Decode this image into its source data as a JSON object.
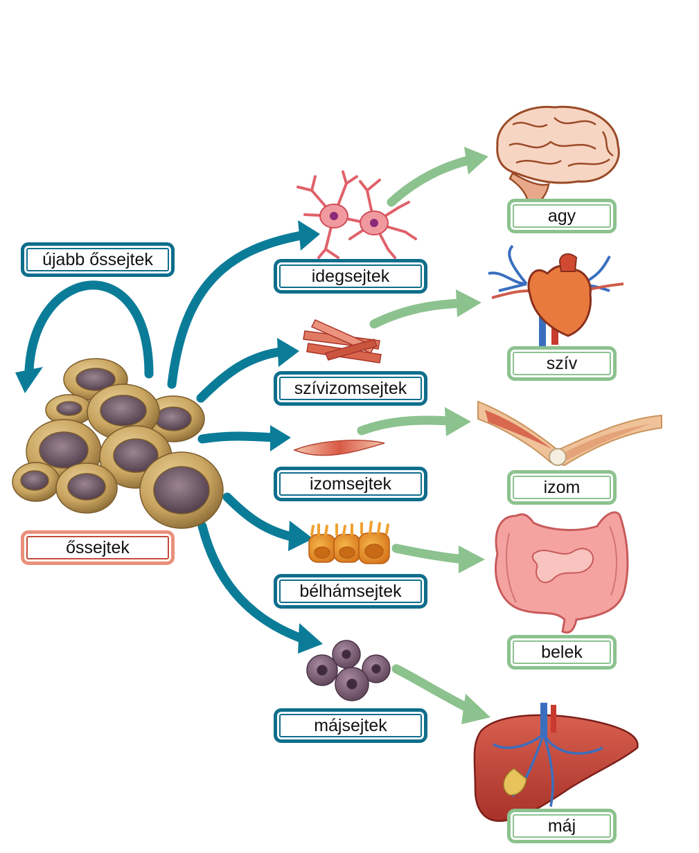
{
  "colors": {
    "cell_arrow": "#0b7c98",
    "organ_arrow": "#8cc28e",
    "cell_label_border": "#0e6e8c",
    "organ_label_border": "#8cc28e",
    "stem_label_border": "#e9907a"
  },
  "labels": {
    "newer_stem_cells": "újabb őssejtek",
    "stem_cells": "őssejtek",
    "nerve_cells": "idegsejtek",
    "heart_muscle_cells": "szívizomsejtek",
    "muscle_cells": "izomsejtek",
    "intestinal_epithelial_cells": "bélhámsejtek",
    "liver_cells": "májsejtek",
    "brain": "agy",
    "heart": "szív",
    "muscle": "izom",
    "intestines": "belek",
    "liver": "máj"
  }
}
